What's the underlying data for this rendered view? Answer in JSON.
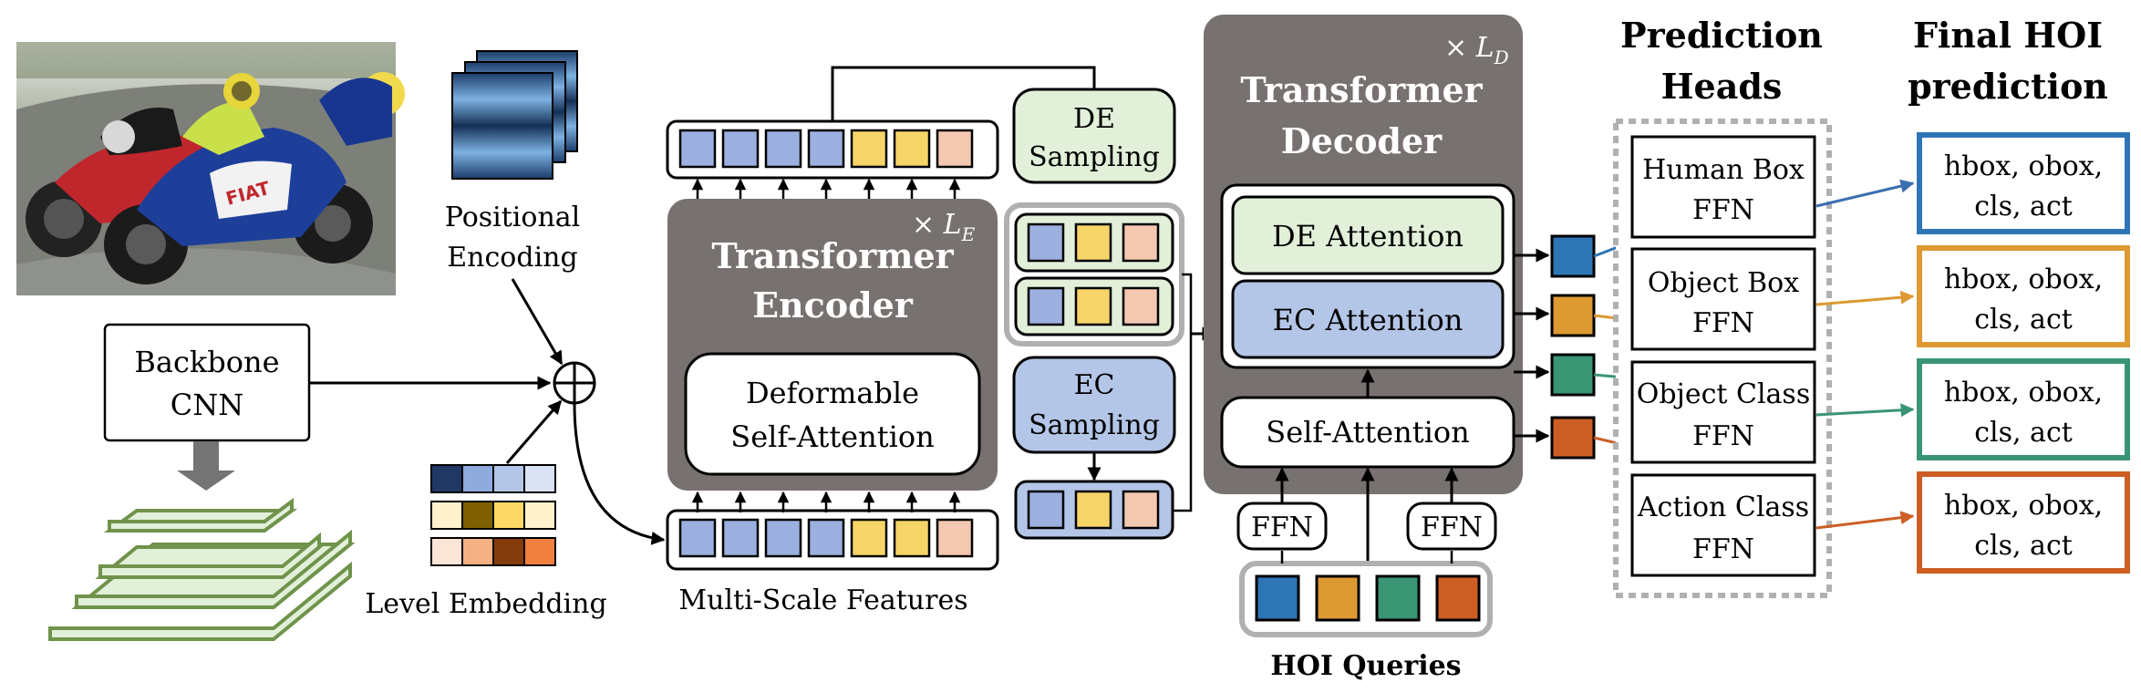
{
  "backbone": {
    "line1": "Backbone",
    "line2": "CNN"
  },
  "positional_encoding": {
    "line1": "Positional",
    "line2": "Encoding"
  },
  "level_embedding": {
    "label": "Level Embedding"
  },
  "multiscale": {
    "label": "Multi-Scale Features"
  },
  "encoder": {
    "repeat": "× L",
    "repeat_sub": "E",
    "line1": "Transformer",
    "line2": "Encoder",
    "block_line1": "Deformable",
    "block_line2": "Self-Attention"
  },
  "de_sampling": {
    "line1": "DE",
    "line2": "Sampling"
  },
  "ec_sampling": {
    "line1": "EC",
    "line2": "Sampling"
  },
  "decoder": {
    "repeat": "× L",
    "repeat_sub": "D",
    "line1": "Transformer",
    "line2": "Decoder",
    "de_attention": "DE Attention",
    "ec_attention": "EC Attention",
    "self_attention": "Self-Attention",
    "ffn_left": "FFN",
    "ffn_right": "FFN"
  },
  "queries": {
    "label": "HOI Queries"
  },
  "heads": {
    "title_line1": "Prediction",
    "title_line2": "Heads",
    "items": [
      {
        "line1": "Human Box",
        "line2": "FFN"
      },
      {
        "line1": "Object Box",
        "line2": "FFN"
      },
      {
        "line1": "Object Class",
        "line2": "FFN"
      },
      {
        "line1": "Action Class",
        "line2": "FFN"
      }
    ]
  },
  "final": {
    "title_line1": "Final HOI",
    "title_line2": "prediction",
    "items": [
      {
        "line1": "hbox, obox,",
        "line2": "cls, act"
      },
      {
        "line1": "hbox, obox,",
        "line2": "cls, act"
      },
      {
        "line1": "hbox, obox,",
        "line2": "cls, act"
      },
      {
        "line1": "hbox, obox,",
        "line2": "cls, act"
      }
    ]
  },
  "colors": {
    "dark_panel": "#777270",
    "blue_token": "#9bb0de",
    "yellow_token": "#f5d468",
    "peach_token": "#f3c8b0",
    "green_fill": "#e2efd9",
    "blue_fill": "#b4c6e7",
    "query_blue": "#2e75b6",
    "query_orange": "#dd9932",
    "query_green": "#3a9574",
    "query_red": "#cc5e24",
    "feature_green": "#70934b"
  }
}
